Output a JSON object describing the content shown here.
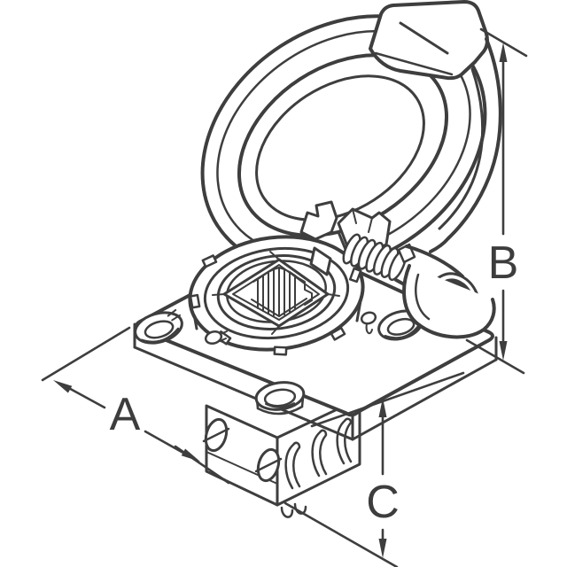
{
  "figure": {
    "type": "isometric technical line drawing",
    "subject": "Panel-mount circular receptacle with RJ45 jack and spring-loaded flip cap shown open",
    "background_color": "#ffffff",
    "line_color": "#3e3e3e",
    "label_color": "#3d3d3d",
    "dimensions": {
      "a_label": "A",
      "b_label": "B",
      "c_label": "C"
    }
  }
}
